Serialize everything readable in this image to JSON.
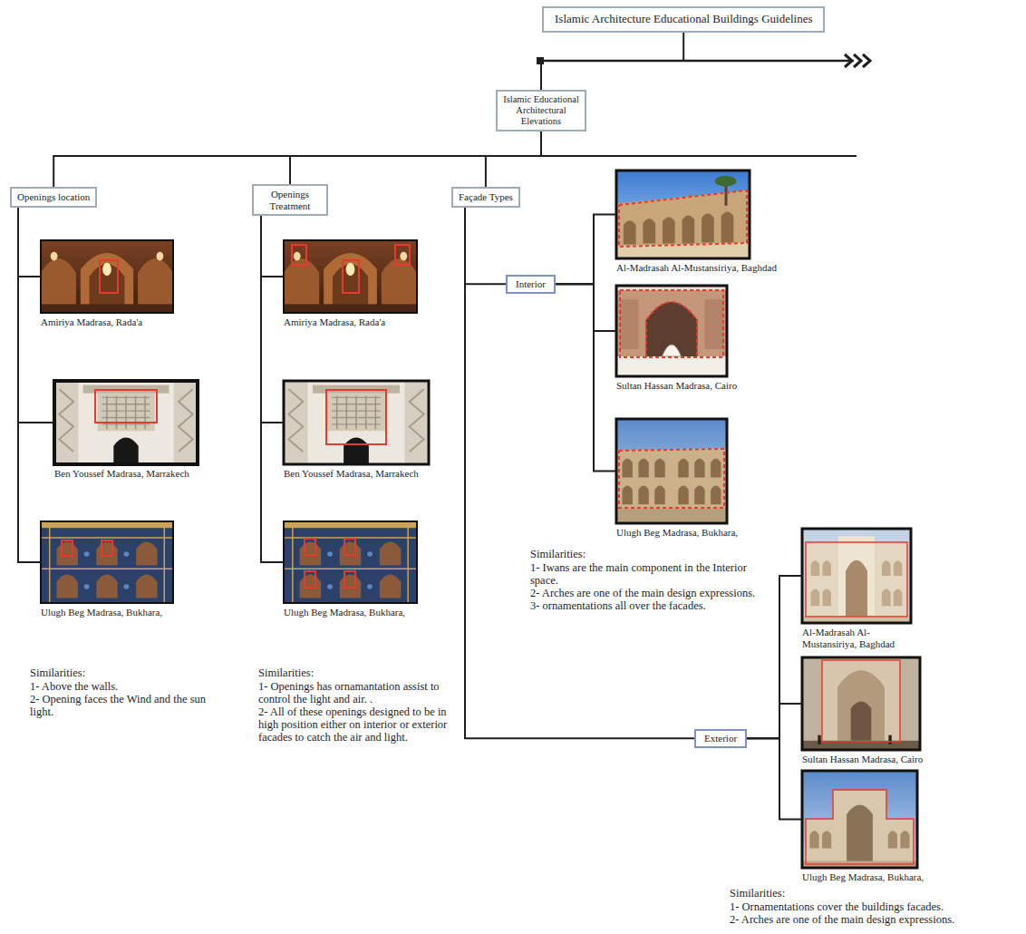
{
  "diagram": {
    "nodes": [
      {
        "text": [
          "Islamic Architecture Educational Buildings Guidelines"
        ]
      },
      {
        "text": [
          "Islamic Educational Architectural Elevations"
        ]
      },
      {
        "text": [
          "Openings location"
        ]
      },
      {
        "text": [
          "Openings Treatment"
        ]
      },
      {
        "text": [
          "Façade Types"
        ]
      },
      {
        "text": [
          "Amiriya Madrasa, Rada'a"
        ]
      },
      {
        "text": [
          "Ben Youssef Madrasa, Marrakech"
        ]
      },
      {
        "text": [
          "Ulugh Beg Madrasa, Bukhara,"
        ]
      },
      {
        "text": [
          "Amiriya Madrasa, Rada'a"
        ]
      },
      {
        "text": [
          "Ben Youssef Madrasa, Marrakech"
        ]
      },
      {
        "text": [
          "Ulugh Beg Madrasa, Bukhara,"
        ]
      },
      {
        "text": [
          "Interior"
        ]
      },
      {
        "text": [
          "Al-Madrasah Al-Mustansiriya, Baghdad"
        ]
      },
      {
        "text": [
          "Sultan Hassan Madrasa, Cairo"
        ]
      },
      {
        "text": [
          "Ulugh Beg Madrasa, Bukhara,"
        ]
      },
      {
        "text": [
          "Exterior"
        ]
      },
      {
        "text": [
          "Al-Madrasah Al-Mustansiriya, Baghdad"
        ]
      },
      {
        "text": [
          "Sultan Hassan Madrasa, Cairo"
        ]
      },
      {
        "text": [
          "Ulugh Beg Madrasa, Bukhara,"
        ]
      }
    ],
    "edges": [
      {
        "from": 0,
        "to": 1,
        "arrow": "none"
      },
      {
        "from": 1,
        "to": 2,
        "arrow": "none"
      },
      {
        "from": 1,
        "to": 3,
        "arrow": "none"
      },
      {
        "from": 1,
        "to": 4,
        "arrow": "none"
      },
      {
        "from": 2,
        "to": 5,
        "arrow": "none"
      },
      {
        "from": 2,
        "to": 6,
        "arrow": "none"
      },
      {
        "from": 2,
        "to": 7,
        "arrow": "none"
      },
      {
        "from": 3,
        "to": 8,
        "arrow": "none"
      },
      {
        "from": 3,
        "to": 9,
        "arrow": "none"
      },
      {
        "from": 3,
        "to": 10,
        "arrow": "none"
      },
      {
        "from": 4,
        "to": 11,
        "arrow": "none"
      },
      {
        "from": 4,
        "to": 15,
        "arrow": "none"
      },
      {
        "from": 11,
        "to": 12,
        "arrow": "none"
      },
      {
        "from": 11,
        "to": 13,
        "arrow": "none"
      },
      {
        "from": 11,
        "to": 14,
        "arrow": "none"
      },
      {
        "from": 15,
        "to": 16,
        "arrow": "none"
      },
      {
        "from": 15,
        "to": 17,
        "arrow": "none"
      },
      {
        "from": 15,
        "to": 18,
        "arrow": "none"
      }
    ],
    "labels": [
      "Similarities:",
      "1- Above the walls.",
      "2- Opening faces the Wind and the sun light.",
      "Similarities:",
      "1- Openings has ornamantation assist to control the light and air. .",
      "2- All of these openings designed to be in high position either on interior or exterior facades to catch the air and light.",
      "Similarities:",
      "1- Iwans are the main component in the Interior space.",
      "2- Arches are one of the main design expressions.",
      "3- ornamentations all over the facades.",
      "Similarities:",
      "1- Ornamentations cover the buildings facades.",
      "2- Arches are one of the main design expressions."
    ]
  }
}
